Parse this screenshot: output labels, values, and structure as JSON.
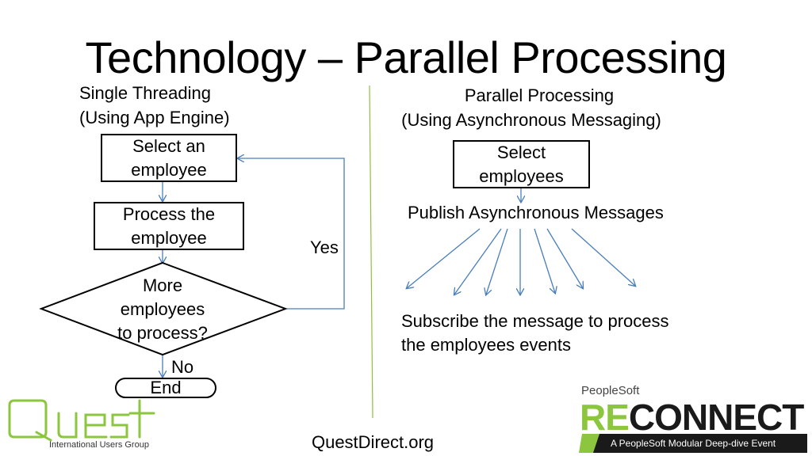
{
  "slide": {
    "title": "Technology – Parallel Processing",
    "left_heading_1": "Single Threading",
    "left_heading_2": "(Using App Engine)",
    "right_heading_1": "Parallel Processing",
    "right_heading_2": "(Using Asynchronous Messaging)",
    "footer": "QuestDirect.org"
  },
  "flow_left": {
    "step1_a": "Select an",
    "step1_b": "employee",
    "step2_a": "Process the",
    "step2_b": "employee",
    "decision_a": "More",
    "decision_b": "employees",
    "decision_c": "to process?",
    "yes": "Yes",
    "no": "No",
    "end": "End"
  },
  "flow_right": {
    "step1_a": "Select",
    "step1_b": "employees",
    "publish": "Publish Asynchronous Messages",
    "subscribe_a": "Subscribe the message to process",
    "subscribe_b": "the employees events"
  },
  "logos": {
    "quest_subtitle": "International Users Group",
    "peoplesoft": "PeopleSoft",
    "reconnect_re": "RE",
    "reconnect_rest": "CONNECT",
    "reconnect_tagline": "A PeopleSoft Modular Deep-dive Event"
  },
  "colors": {
    "arrow": "#4a7ebb",
    "divider": "#8fbf3f",
    "brand_green": "#8cc63f",
    "dark_text": "#1a1a1a"
  }
}
